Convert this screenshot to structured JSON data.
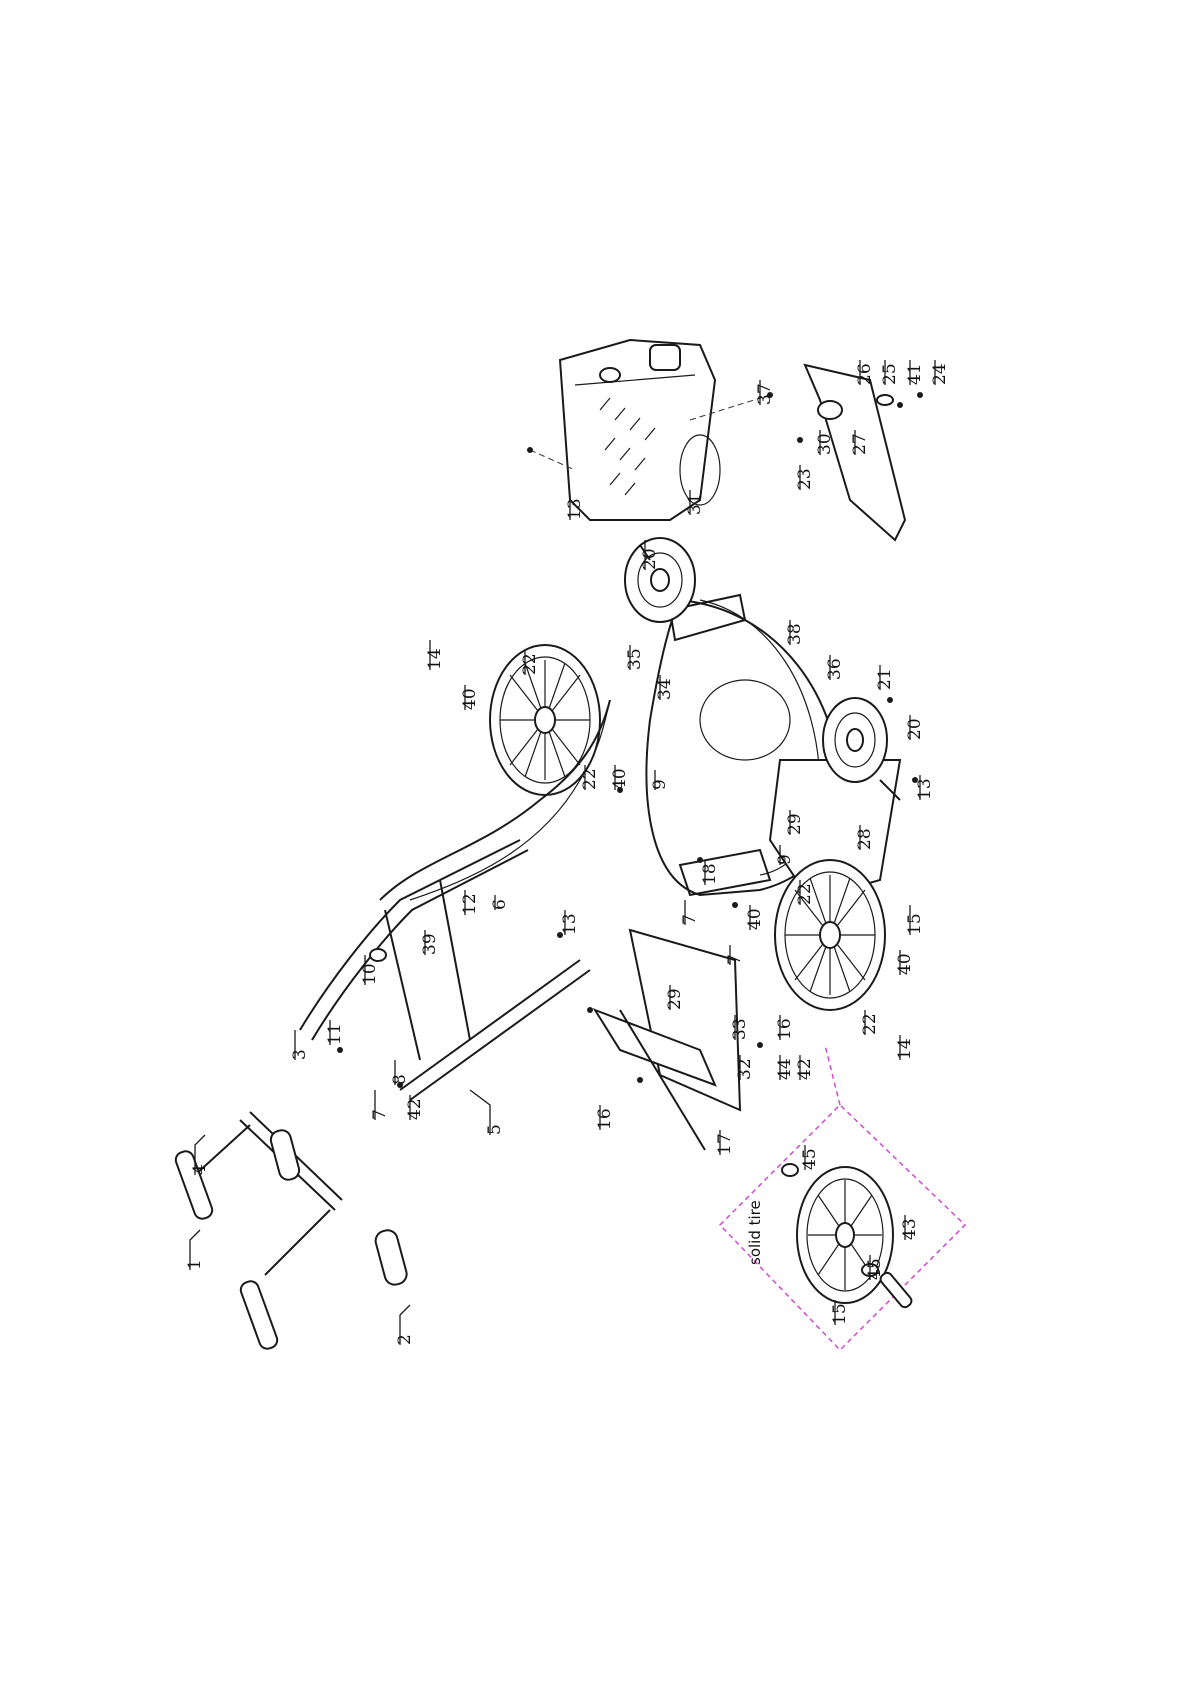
{
  "inset": {
    "label": "solid tire"
  },
  "callouts": {
    "c1": "1",
    "c2": "2",
    "c3": "3",
    "c4": "4",
    "c5": "5",
    "c6": "6",
    "c7a": "7",
    "c7b": "7",
    "c7c": "7",
    "c8": "8",
    "c9a": "9",
    "c9b": "9",
    "c10": "10",
    "c11": "11",
    "c12": "12",
    "c13a": "13",
    "c13b": "13",
    "c13c": "13",
    "c14a": "14",
    "c14b": "14",
    "c15a": "15",
    "c15b": "15",
    "c16a": "16",
    "c16b": "16",
    "c17": "17",
    "c18": "18",
    "c20a": "20",
    "c20b": "20",
    "c21": "21",
    "c22a": "22",
    "c22b": "22",
    "c22c": "22",
    "c22d": "22",
    "c23": "23",
    "c24": "24",
    "c25": "25",
    "c26": "26",
    "c27": "27",
    "c28": "28",
    "c29a": "29",
    "c29b": "29",
    "c30": "30",
    "c31": "31",
    "c32": "32",
    "c33": "33",
    "c34": "34",
    "c35": "35",
    "c36": "36",
    "c37": "37",
    "c38": "38",
    "c39": "39",
    "c40a": "40",
    "c40b": "40",
    "c40c": "40",
    "c40d": "40",
    "c41": "41",
    "c42a": "42",
    "c42b": "42",
    "c43": "43",
    "c44": "44",
    "c45a": "45",
    "c45b": "45"
  }
}
